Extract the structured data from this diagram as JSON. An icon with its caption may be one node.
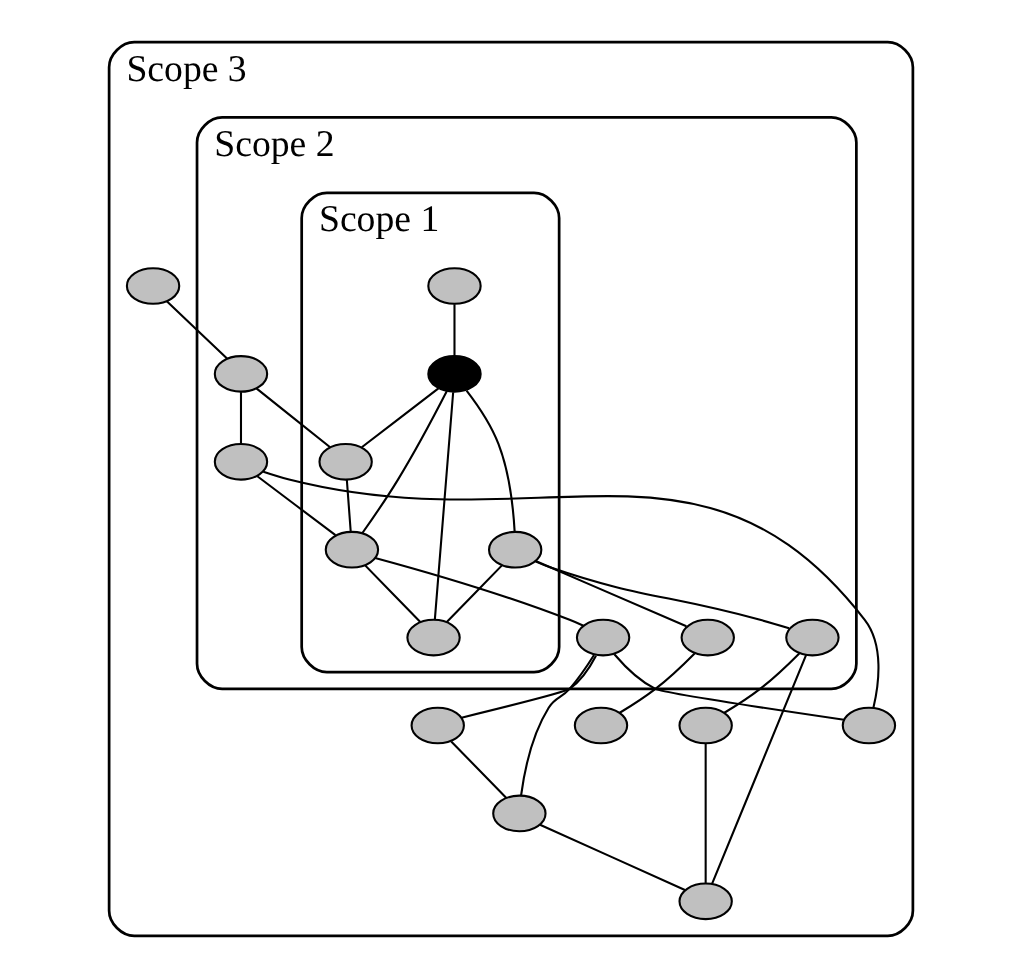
{
  "diagram": {
    "nodes": [
      {
        "text": [
          "Scope 3"
        ]
      },
      {
        "text": [
          "Scope 2"
        ],
        "in": 0
      },
      {
        "text": [
          "Scope 1"
        ],
        "in": 1
      },
      {
        "text": [],
        "shape": "circle",
        "in": 0
      },
      {
        "text": [],
        "shape": "circle",
        "in": 1
      },
      {
        "text": [],
        "shape": "circle",
        "in": 2
      },
      {
        "text": [],
        "shape": "circle",
        "in": 1
      },
      {
        "text": [],
        "shape": "circle",
        "in": 2
      },
      {
        "text": [],
        "shape": "circle",
        "in": 0
      },
      {
        "text": [],
        "shape": "circle",
        "in": 2
      },
      {
        "text": [],
        "shape": "circle",
        "in": 1
      },
      {
        "text": [],
        "shape": "circle",
        "in": 2
      },
      {
        "text": [],
        "shape": "circle",
        "in": 2
      },
      {
        "text": [],
        "shape": "circle",
        "in": 1
      },
      {
        "text": [],
        "shape": "circle",
        "in": 0
      },
      {
        "text": [],
        "shape": "circle",
        "in": 2
      },
      {
        "text": [],
        "shape": "circle",
        "in": 0
      },
      {
        "text": [],
        "shape": "circle",
        "in": 1
      },
      {
        "text": [],
        "shape": "circle",
        "in": 0
      },
      {
        "text": [],
        "shape": "circle",
        "in": 0
      },
      {
        "text": [],
        "shape": "circle",
        "in": 0
      }
    ],
    "edges": [
      {
        "from": 3,
        "to": 4,
        "arrow": "none"
      },
      {
        "from": 4,
        "to": 5,
        "arrow": "none"
      },
      {
        "from": 4,
        "to": 6,
        "arrow": "none"
      },
      {
        "from": 5,
        "to": 9,
        "arrow": "none"
      },
      {
        "from": 6,
        "to": 9,
        "arrow": "none"
      },
      {
        "from": 6,
        "to": 8,
        "arrow": "none"
      },
      {
        "from": 7,
        "to": 11,
        "arrow": "none"
      },
      {
        "from": 11,
        "to": 5,
        "arrow": "none"
      },
      {
        "from": 11,
        "to": 9,
        "arrow": "none"
      },
      {
        "from": 11,
        "to": 12,
        "arrow": "none"
      },
      {
        "from": 11,
        "to": 15,
        "arrow": "none"
      },
      {
        "from": 9,
        "to": 12,
        "arrow": "none"
      },
      {
        "from": 9,
        "to": 10,
        "arrow": "none"
      },
      {
        "from": 10,
        "to": 8,
        "arrow": "none"
      },
      {
        "from": 10,
        "to": 14,
        "arrow": "none"
      },
      {
        "from": 10,
        "to": 16,
        "arrow": "none"
      },
      {
        "from": 14,
        "to": 16,
        "arrow": "none"
      },
      {
        "from": 16,
        "to": 18,
        "arrow": "none"
      },
      {
        "from": 15,
        "to": 12,
        "arrow": "none"
      },
      {
        "from": 15,
        "to": 13,
        "arrow": "none"
      },
      {
        "from": 13,
        "to": 19,
        "arrow": "none"
      },
      {
        "from": 15,
        "to": 17,
        "arrow": "none"
      },
      {
        "from": 17,
        "to": 18,
        "arrow": "none"
      },
      {
        "from": 17,
        "to": 20,
        "arrow": "none"
      },
      {
        "from": 20,
        "to": 18,
        "arrow": "none"
      }
    ]
  }
}
